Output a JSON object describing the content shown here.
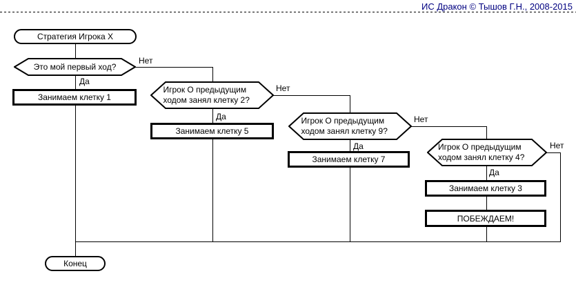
{
  "header": {
    "credit": "ИС Дракон © Тышов Г.Н., 2008-2015",
    "credit_color": "#000080"
  },
  "labels": {
    "yes": "Да",
    "no": "Нет"
  },
  "flowchart": {
    "start": "Стратегия Игрока X",
    "end": "Конец",
    "decisions": [
      "Это мой первый ход?",
      "Игрок О предыдущим ходом занял клетку 2?",
      "Игрок О предыдущим ходом занял клетку 9?",
      "Игрок О предыдущим ходом занял клетку 4?"
    ],
    "actions": [
      "Занимаем клетку 1",
      "Занимаем клетку 5",
      "Занимаем клетку 7",
      "Занимаем клетку 3",
      "ПОБЕЖДАЕМ!"
    ],
    "colors": {
      "stroke": "#000000",
      "fill": "#ffffff"
    }
  }
}
